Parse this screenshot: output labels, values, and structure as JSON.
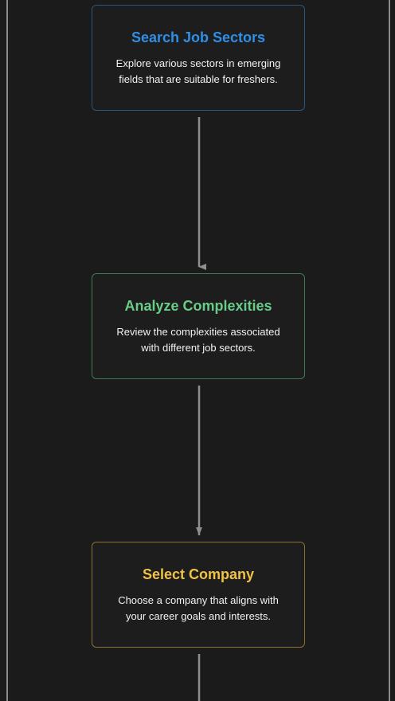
{
  "steps": [
    {
      "title": "Search Job Sectors",
      "description": "Explore various sectors in emerging fields that are suitable for freshers.",
      "accent": "#2d8fe6",
      "border": "#27577f"
    },
    {
      "title": "Analyze Complexities",
      "description": "Review the complexities associated with different job sectors.",
      "accent": "#69cc88",
      "border": "#3f7a56"
    },
    {
      "title": "Select Company",
      "description": "Choose a company that aligns with your career goals and interests.",
      "accent": "#f0c245",
      "border": "#8a7331"
    }
  ],
  "colors": {
    "background": "#1b1b1b",
    "connector": "#8f8f8f",
    "rail": "#8a8a8a"
  }
}
